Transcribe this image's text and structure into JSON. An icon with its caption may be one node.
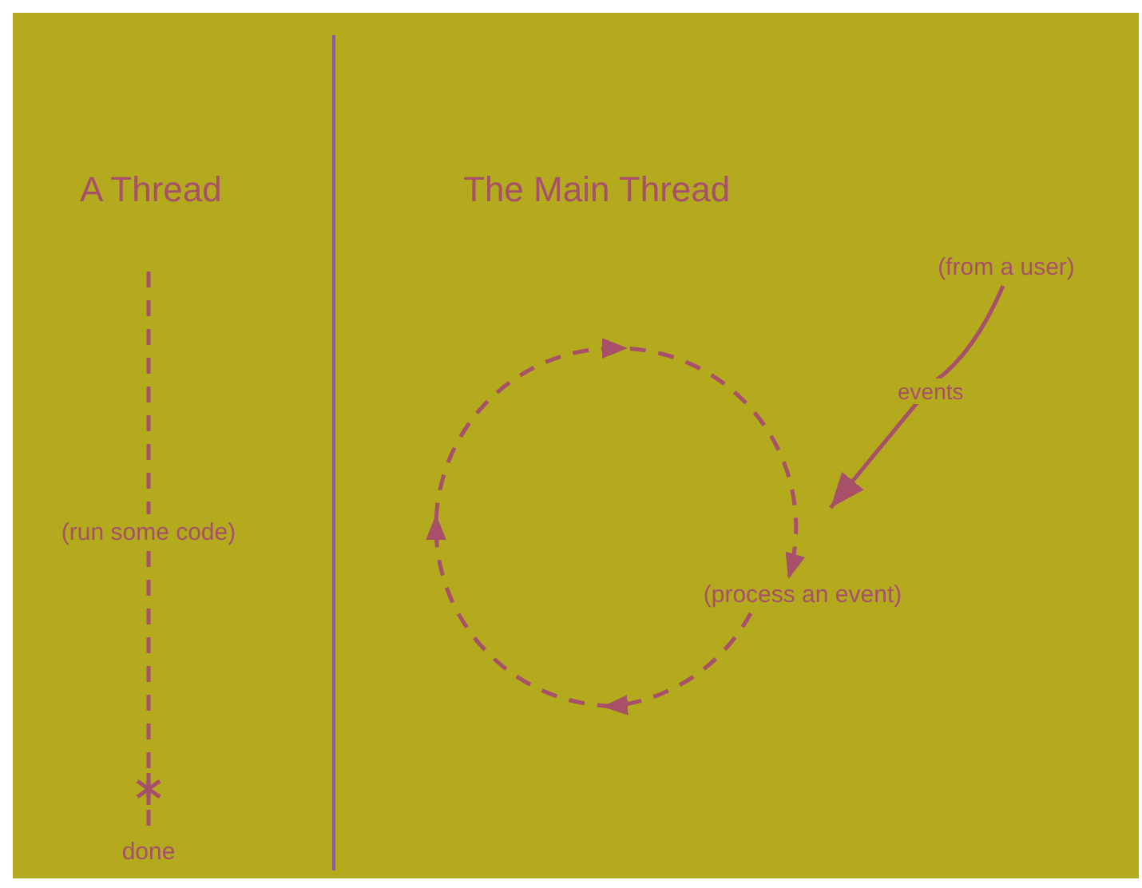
{
  "diagram": {
    "nodes": [
      {
        "text": [
          "(run some code)"
        ]
      },
      {
        "text": [
          "done"
        ]
      },
      {
        "text": [
          "(process an event)"
        ]
      },
      {
        "text": [
          "(from a user)"
        ]
      }
    ],
    "edges": [
      {
        "from": null,
        "to": 0,
        "arrow": "none",
        "style": "dashed"
      },
      {
        "from": 0,
        "to": 1,
        "arrow": "other",
        "style": "dashed"
      },
      {
        "from": 2,
        "to": 2,
        "arrow": "to",
        "style": "dashed"
      },
      {
        "from": 3,
        "to": 2,
        "arrow": "to",
        "label": "events"
      }
    ],
    "labels": [
      "A Thread",
      "The Main Thread"
    ]
  }
}
